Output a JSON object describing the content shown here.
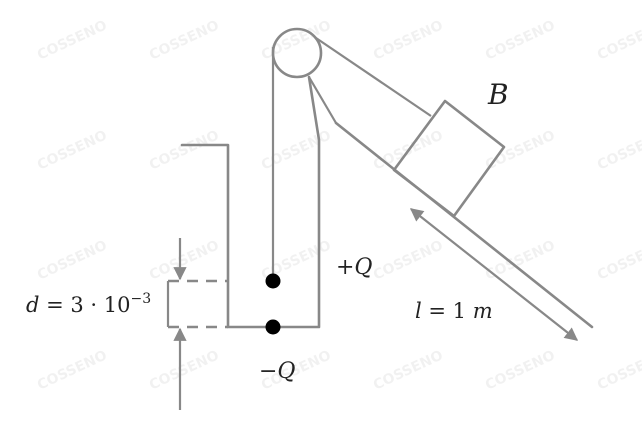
{
  "labels": {
    "block": "B",
    "plus_charge": "+Q",
    "minus_charge": "−Q",
    "gap_d_var": "d",
    "gap_d_eq": " = 3 · 10",
    "gap_d_exp": "−3",
    "length_l_var": "l",
    "length_l_eq": " = 1 ",
    "length_l_unit": "m"
  },
  "watermark": "COSSENO",
  "colors": {
    "line": "#888888",
    "text": "#222222",
    "dot": "#000000"
  }
}
